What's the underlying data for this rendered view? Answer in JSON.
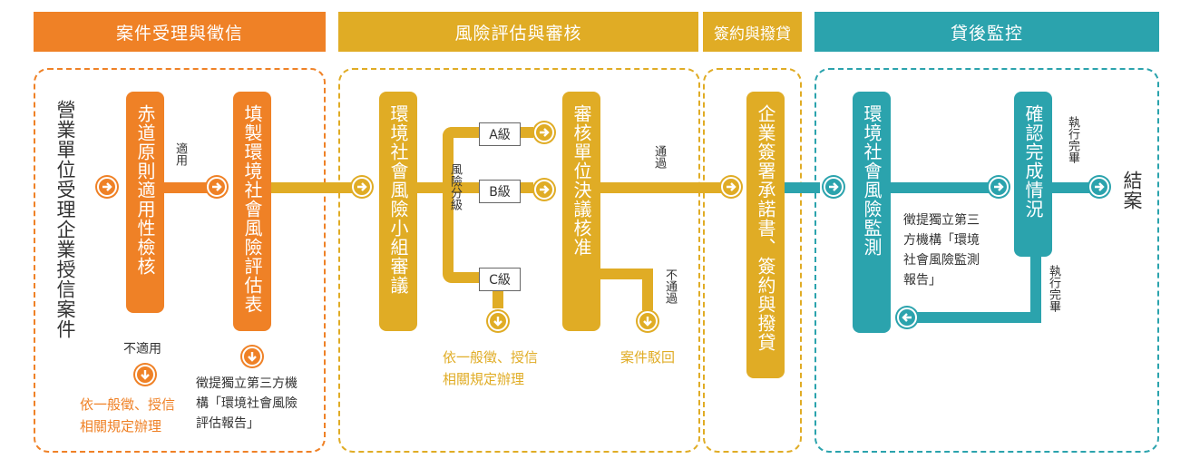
{
  "headers": {
    "case": "案件受理與徵信",
    "risk": "風險評估與審核",
    "sign": "簽約與撥貸",
    "post": "貸後監控"
  },
  "nodes": {
    "start": "營業單位受理企業授信案件",
    "equator": "赤道原則適用性檢核",
    "fill_form": "填製環境社會風險評估表",
    "panel": "環境社會風險小組審議",
    "approval": "審核單位決議核准",
    "contract": "企業簽署承諾書、簽約與撥貸",
    "monitor": "環境社會風險監測",
    "confirm": "確認完成情況",
    "close": "結案"
  },
  "grades": {
    "a": "A級",
    "b": "B級",
    "c": "C級"
  },
  "labels": {
    "applicable": "適用",
    "not_applicable": "不適用",
    "risk_grading": "風險分級",
    "passed": "通過",
    "not_passed": "不通過",
    "exec_done_top": "執行完畢",
    "exec_done_side": "執行完畢"
  },
  "notes": {
    "general_1": "依一般徵、授信",
    "general_2": "相關規定辦理",
    "independent_1": "徵提獨立第三方機",
    "independent_2": "構「環境社會風險",
    "independent_3": "評估報告」",
    "c_general_1": "依一般徵、授信",
    "c_general_2": "相關規定辦理",
    "rejected": "案件駁回",
    "monitor_report_1": "徵提獨立第三",
    "monitor_report_2": "方機構「環境",
    "monitor_report_3": "社會風險監測",
    "monitor_report_4": "報告」"
  },
  "colors": {
    "orange": "#ef8126",
    "yellow": "#e0ac25",
    "teal": "#2ba3ad"
  }
}
